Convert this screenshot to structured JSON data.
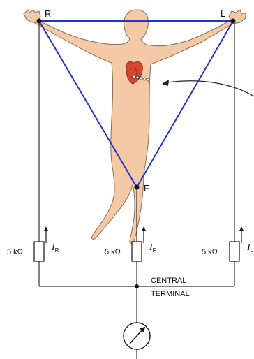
{
  "diagram": {
    "electrodes": {
      "right_arm": "R",
      "left_arm": "L",
      "foot": "F"
    },
    "currents": {
      "right": {
        "symbol": "I",
        "subscript": "R"
      },
      "foot": {
        "symbol": "I",
        "subscript": "F"
      },
      "left": {
        "symbol": "I",
        "subscript": "L"
      }
    },
    "resistors": {
      "right": "5 kΩ",
      "foot": "5 kΩ",
      "left": "5 kΩ"
    },
    "central_terminal": {
      "line1": "CENTRAL",
      "line2": "TERMINAL"
    },
    "colors": {
      "triangle": "#2233cc",
      "skin": "#f6c9a6",
      "skin_outline": "#8a6a55",
      "heart": "#d8452d",
      "wire": "#333333"
    },
    "icons": {
      "meter": "voltmeter-icon",
      "heart": "heart-icon"
    }
  }
}
